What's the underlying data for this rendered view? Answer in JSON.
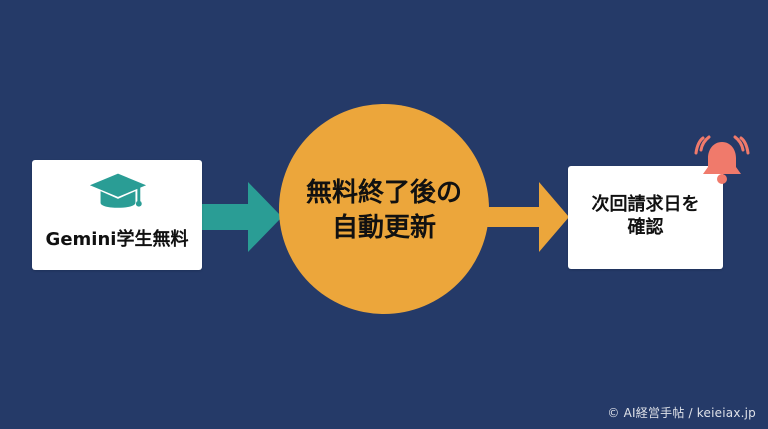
{
  "diagram": {
    "left_box": {
      "label": "Gemini学生無料",
      "icon": "graduation-cap-icon"
    },
    "center": {
      "label": "無料終了後の\n自動更新"
    },
    "right_box": {
      "label": "次回請求日を\n確認",
      "icon": "bell-icon"
    },
    "colors": {
      "background": "#253a68",
      "teal": "#2a9d95",
      "orange": "#eca63b",
      "bell": "#f07a6b"
    },
    "copyright": "© AI経営手帖 / keieiax.jp"
  }
}
